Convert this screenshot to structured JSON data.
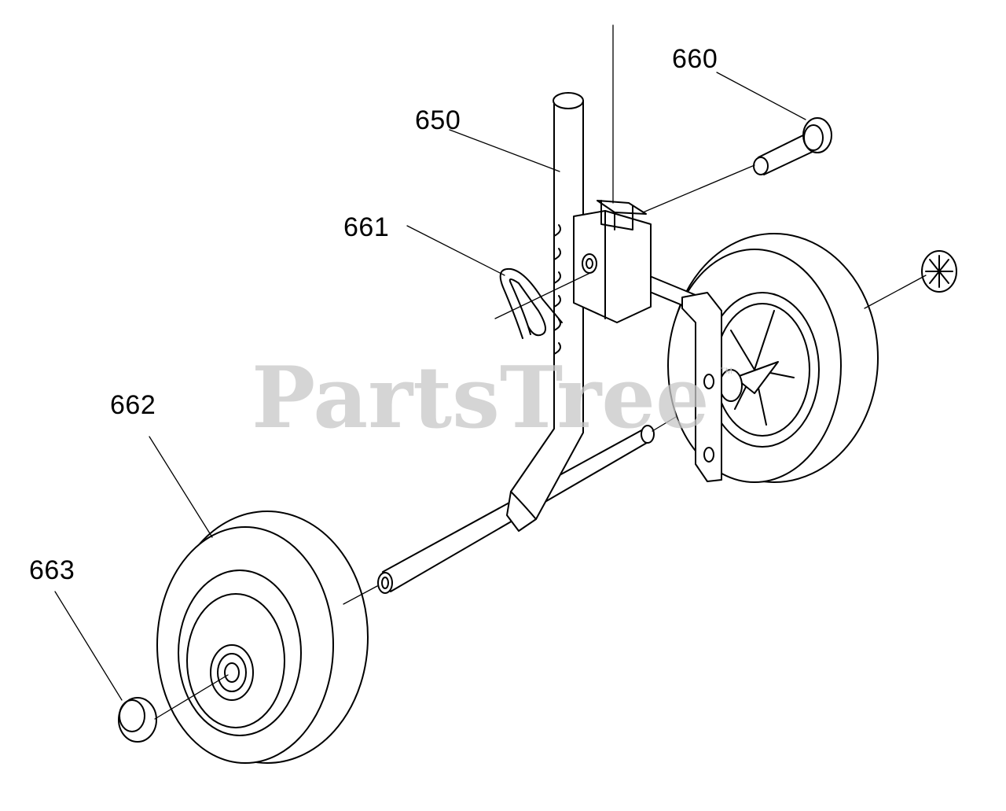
{
  "callouts": {
    "p650": "650",
    "p660": "660",
    "p661": "661",
    "p662": "662",
    "p663": "663"
  },
  "watermark": {
    "text": "PartsTree",
    "tm": "TM"
  },
  "colors": {
    "line": "#000000",
    "background": "#ffffff",
    "watermark": "#c8c8c8"
  }
}
